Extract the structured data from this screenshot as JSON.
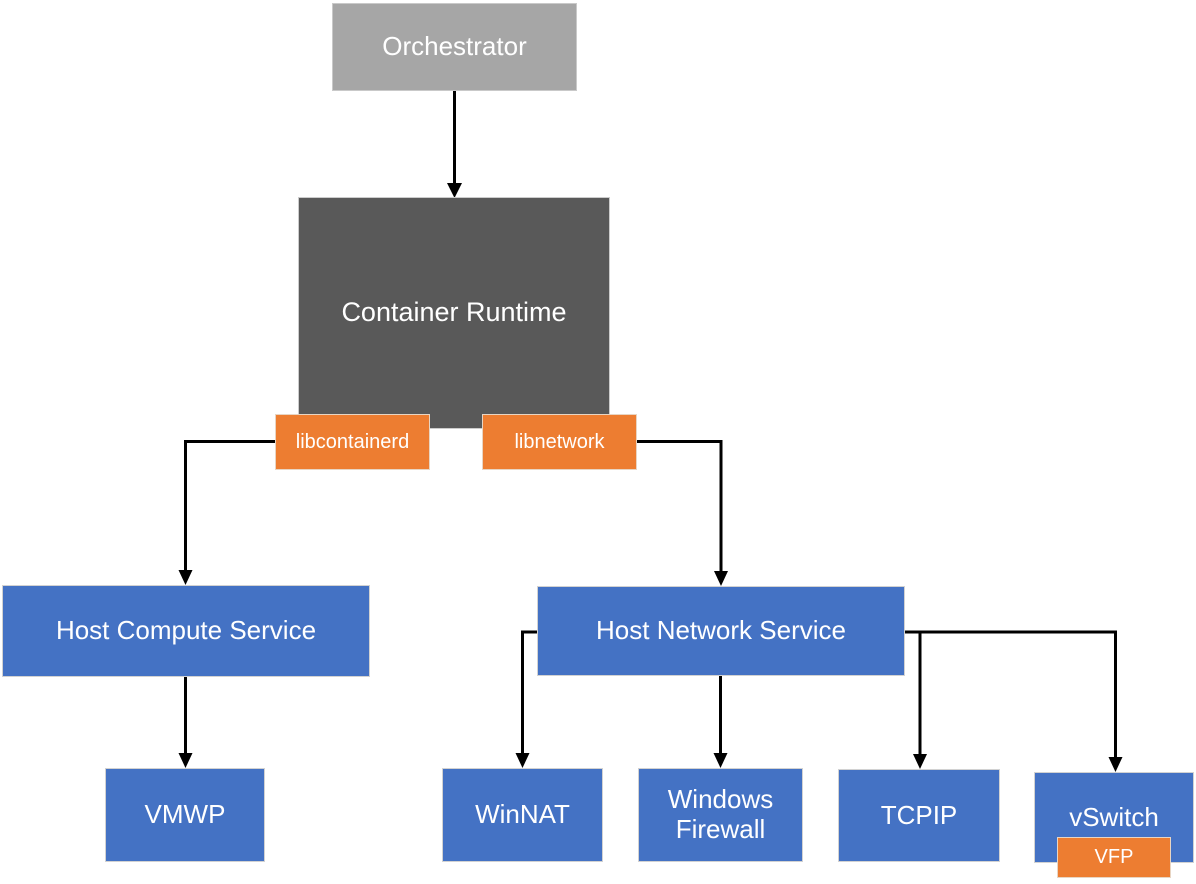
{
  "diagram": {
    "type": "flowchart",
    "colors": {
      "node_blue": "#4472C4",
      "node_orange": "#ED7D31",
      "node_dark_gray": "#595959",
      "node_light_gray": "#A6A6A6",
      "connector": "#000000",
      "label_text": "#FFFFFF",
      "background": "#FFFFFF"
    },
    "nodes": {
      "orchestrator": {
        "label": "Orchestrator"
      },
      "container_runtime": {
        "label": "Container Runtime"
      },
      "libcontainerd": {
        "label": "libcontainerd"
      },
      "libnetwork": {
        "label": "libnetwork"
      },
      "host_compute_service": {
        "label": "Host Compute Service"
      },
      "host_network_service": {
        "label": "Host Network Service"
      },
      "vmwp": {
        "label": "VMWP"
      },
      "winnat": {
        "label": "WinNAT"
      },
      "windows_firewall": {
        "label": "Windows Firewall"
      },
      "tcpip": {
        "label": "TCPIP"
      },
      "vswitch": {
        "label": "vSwitch"
      },
      "vfp": {
        "label": "VFP"
      }
    },
    "edges": [
      {
        "from": "orchestrator",
        "to": "container_runtime"
      },
      {
        "from": "libcontainerd",
        "to": "host_compute_service"
      },
      {
        "from": "host_compute_service",
        "to": "vmwp"
      },
      {
        "from": "libnetwork",
        "to": "host_network_service"
      },
      {
        "from": "host_network_service",
        "to": "winnat"
      },
      {
        "from": "host_network_service",
        "to": "windows_firewall"
      },
      {
        "from": "host_network_service",
        "to": "tcpip"
      },
      {
        "from": "host_network_service",
        "to": "vswitch"
      }
    ]
  }
}
